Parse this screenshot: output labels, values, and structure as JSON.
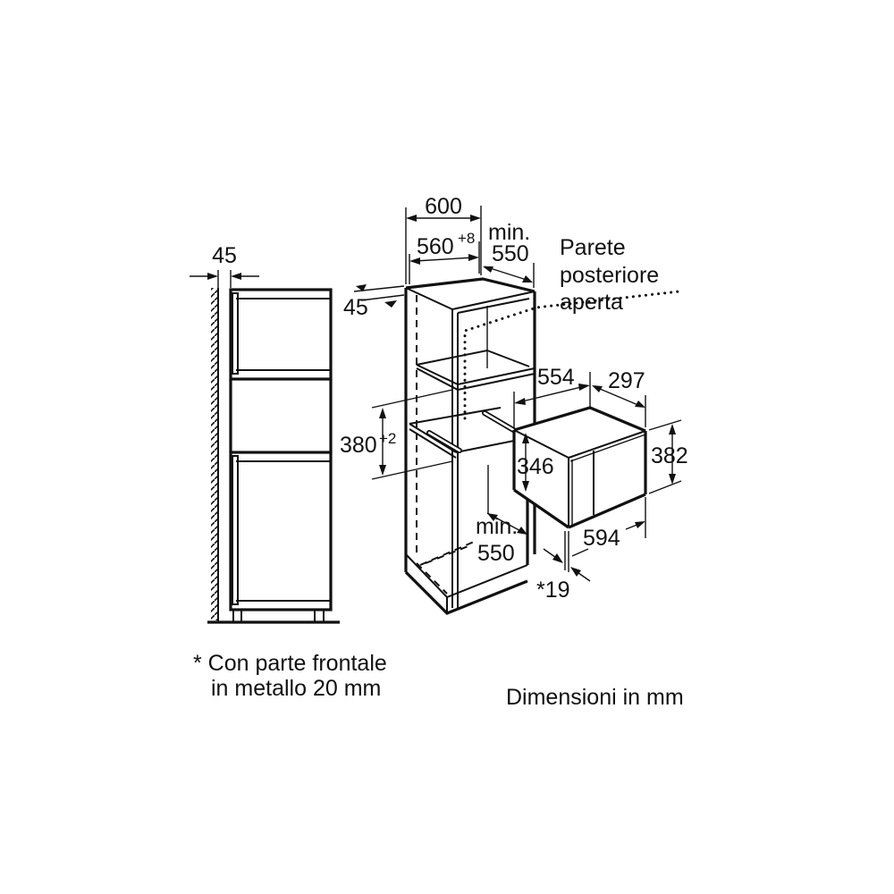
{
  "diagram": {
    "type": "installation-dimension-drawing",
    "colors": {
      "line": "#111111",
      "background": "#ffffff"
    },
    "side_view": {
      "wall_gap_label": "45"
    },
    "iso_view": {
      "top_angle_label": "45",
      "width_outer_label": "600",
      "width_inner_label": "560",
      "width_inner_tolerance": "+8",
      "depth_top_label_line1": "min.",
      "depth_top_label_line2": "550",
      "rear_wall_note_line1": "Parete",
      "rear_wall_note_line2": "posteriore",
      "rear_wall_note_line3": "aperta",
      "niche_height_label": "380",
      "niche_height_tolerance": "+2",
      "depth_bottom_label_line1": "min.",
      "depth_bottom_label_line2": "550"
    },
    "appliance": {
      "depth_label": "554",
      "front_depth_label": "297",
      "height_outer_label": "382",
      "height_inner_label": "346",
      "width_label": "594",
      "front_thickness_label": "*19"
    },
    "footnote_line1": "* Con parte frontale",
    "footnote_line2": "in metallo 20 mm",
    "units_note": "Dimensioni in mm"
  }
}
